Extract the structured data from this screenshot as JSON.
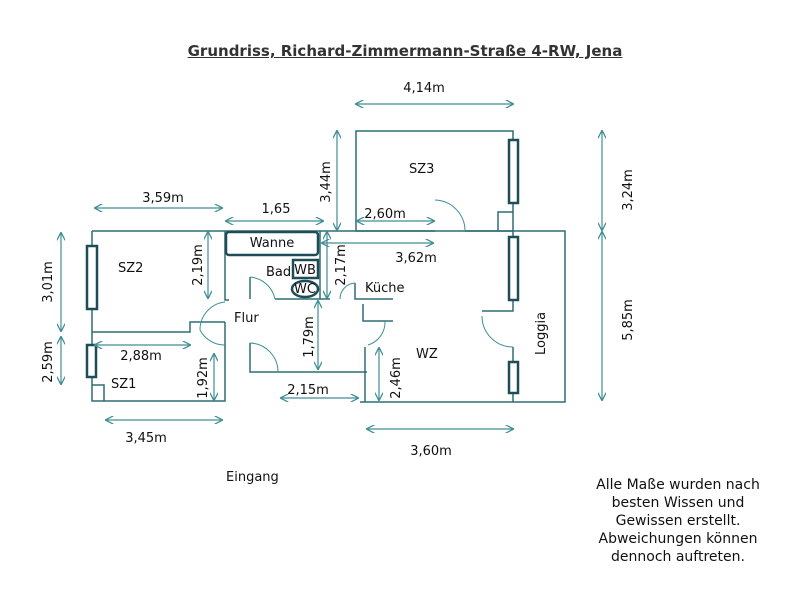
{
  "title": "Grundriss, Richard-Zimmermann-Straße  4-RW, Jena",
  "rooms": {
    "sz1": "SZ1",
    "sz2": "SZ2",
    "sz3": "SZ3",
    "bad": "Bad",
    "flur": "Flur",
    "kueche": "Küche",
    "wz": "WZ",
    "loggia": "Loggia"
  },
  "fixtures": {
    "wanne": "Wanne",
    "wb": "WB",
    "wc": "WC"
  },
  "dimensions": {
    "d414": "4,14m",
    "d344": "3,44m",
    "d324": "3,24m",
    "d359": "3,59m",
    "d165": "1,65",
    "d260": "2,60m",
    "d362": "3,62m",
    "d219": "2,19m",
    "d217": "2,17m",
    "d301": "3,01m",
    "d259": "2,59m",
    "d288": "2,88m",
    "d192": "1,92m",
    "d179": "1,79m",
    "d246": "2,46m",
    "d215": "2,15m",
    "d345": "3,45m",
    "d360": "3,60m",
    "d585": "5,85m"
  },
  "entrance": "Eingang",
  "note": "Alle Maße wurden nach besten Wissen und Gewissen erstellt. Abweichungen können dennoch auftreten.",
  "colors": {
    "wall": "#2f6d75",
    "dim": "#3f8d95",
    "fixture": "#1f4d55"
  }
}
